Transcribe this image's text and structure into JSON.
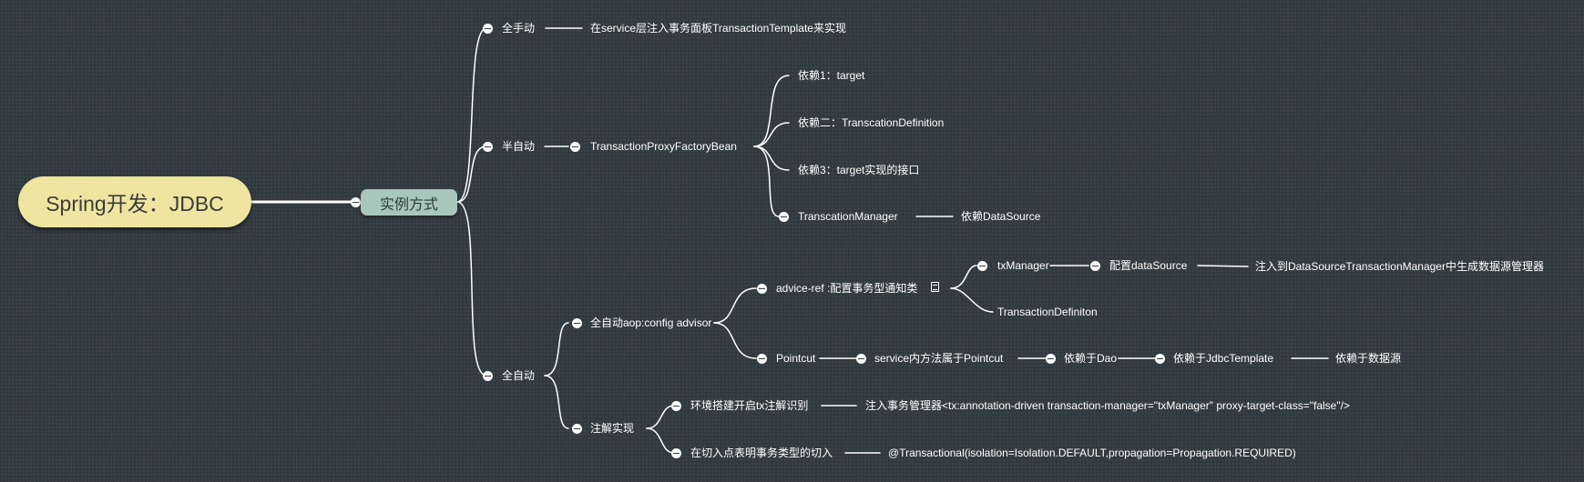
{
  "root": "Spring开发：JDBC",
  "main": "实例方式",
  "manual": {
    "label": "全手动",
    "desc": "在service层注入事务面板TransactionTemplate来实现"
  },
  "semi": {
    "label": "半自动",
    "bean": "TransactionProxyFactoryBean",
    "dep1": "依赖1：target",
    "dep2": "依赖二：TranscationDefinition",
    "dep3": "依赖3：target实现的接口",
    "manager": "TranscationManager",
    "manager_dep": "依赖DataSource"
  },
  "auto": {
    "label": "全自动",
    "aop": {
      "label": "全自动aop:config advisor",
      "advice_ref": "advice-ref :配置事务型通知类",
      "tx_manager": "txManager",
      "config_ds": "配置dataSource",
      "inject_ds": "注入到DataSourceTransactionManager中生成数据源管理器",
      "tx_definition": "TransactionDefiniton",
      "pointcut": "Pointcut",
      "service_method": "service内方法属于Pointcut",
      "dep_dao": "依赖于Dao",
      "dep_jdbc": "依赖于JdbcTemplate",
      "dep_ds": "依赖于数据源"
    },
    "annotation": {
      "label": "注解实现",
      "env": "环境搭建开启tx注解识别",
      "inject_mgr": "注入事务管理器<tx:annotation-driven transaction-manager=\"txManager\" proxy-target-class=\"false\"/>",
      "point": "在切入点表明事务类型的切入",
      "transactional": "@Transactional(isolation=Isolation.DEFAULT,propagation=Propagation.REQUIRED)"
    }
  }
}
